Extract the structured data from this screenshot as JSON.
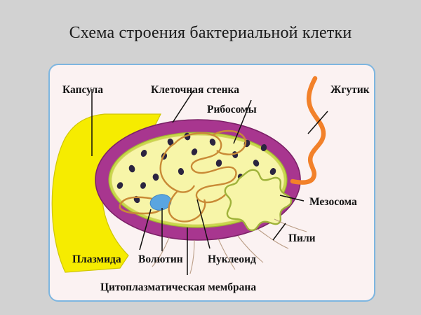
{
  "page": {
    "title": "Схема строения бактериальной клетки",
    "background_color": "#d2d2d2"
  },
  "panel": {
    "background_color": "#fbf2f2",
    "border_color": "#7eb6e0"
  },
  "diagram": {
    "subject": "bacterial-cell",
    "colors": {
      "capsule": "#f6ec00",
      "cell_wall": "#a8368f",
      "membrane": "#c7d84a",
      "cytoplasm": "#f7f5a8",
      "ribosome": "#2b2440",
      "nucleoid": "#c98a36",
      "plasmid": "#d79a3a",
      "volutin": "#5aa5e0",
      "mesosome": "#b9cc47",
      "flagellum": "#f2812a",
      "pili": "#b09076"
    },
    "labels": {
      "capsule": "Капсула",
      "cell_wall": "Клеточная стенка",
      "ribosomes": "Рибосомы",
      "flagellum": "Жгутик",
      "mesosome": "Мезосома",
      "pili": "Пили",
      "plasmid": "Плазмида",
      "volutin": "Волютин",
      "nucleoid": "Нуклеоид",
      "cytoplasmic_membrane": "Цитоплазматическая мембрана"
    }
  }
}
